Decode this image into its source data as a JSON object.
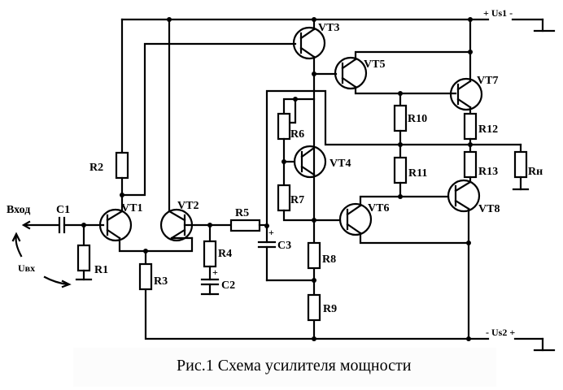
{
  "caption": "Рис.1 Схема усилителя мощности",
  "input": {
    "label": "Вход",
    "voltage_label": "Uвх"
  },
  "supplies": {
    "positive": "+ Us1 -",
    "negative": "- Us2 +"
  },
  "transistors": {
    "vt1": "VT1",
    "vt2": "VT2",
    "vt3": "VT3",
    "vt4": "VT4",
    "vt5": "VT5",
    "vt6": "VT6",
    "vt7": "VT7",
    "vt8": "VT8"
  },
  "resistors": {
    "r1": "R1",
    "r2": "R2",
    "r3": "R3",
    "r4": "R4",
    "r5": "R5",
    "r6": "R6",
    "r7": "R7",
    "r8": "R8",
    "r9": "R9",
    "r10": "R10",
    "r11": "R11",
    "r12": "R12",
    "r13": "R13",
    "rload": "Rн"
  },
  "capacitors": {
    "c1": "C1",
    "c2": "C2",
    "c3": "C3"
  },
  "polarity_mark": "+"
}
